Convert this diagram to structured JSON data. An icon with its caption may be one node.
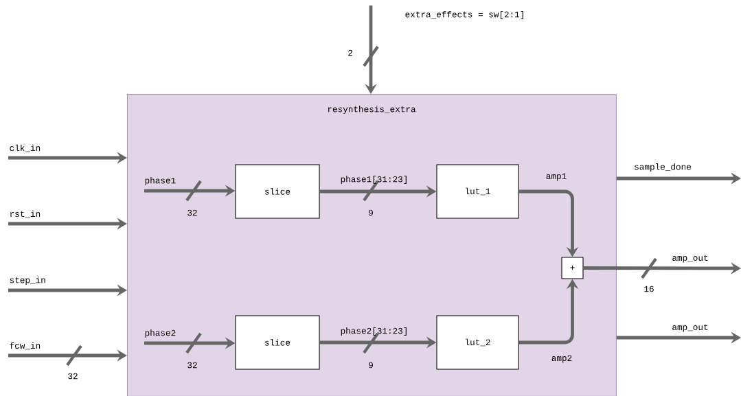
{
  "diagram": {
    "nodes": [
      {
        "text": [
          "resynthesis_extra"
        ]
      },
      {
        "text": [
          "slice"
        ],
        "in": 0
      },
      {
        "text": [
          "lut_1"
        ],
        "in": 0
      },
      {
        "text": [
          "slice"
        ],
        "in": 0
      },
      {
        "text": [
          "lut_2"
        ],
        "in": 0
      },
      {
        "text": [
          "+"
        ],
        "in": 0
      }
    ],
    "edges": [
      {
        "from": null,
        "to": 0,
        "arrow": "to",
        "label": "extra_effects = sw[2:1]"
      },
      {
        "from": null,
        "to": 0,
        "arrow": "to",
        "label": "clk_in"
      },
      {
        "from": null,
        "to": 0,
        "arrow": "to",
        "label": "rst_in"
      },
      {
        "from": null,
        "to": 0,
        "arrow": "to",
        "label": "step_in"
      },
      {
        "from": null,
        "to": 0,
        "arrow": "to",
        "label": "fcw_in"
      },
      {
        "from": null,
        "to": 1,
        "arrow": "to",
        "label": "phase1"
      },
      {
        "from": 1,
        "to": 2,
        "arrow": "to",
        "label": "phase1[31:23]"
      },
      {
        "from": 2,
        "to": 5,
        "arrow": "to",
        "label": "amp1"
      },
      {
        "from": null,
        "to": 3,
        "arrow": "to",
        "label": "phase2"
      },
      {
        "from": 3,
        "to": 4,
        "arrow": "to",
        "label": "phase2[31:23]"
      },
      {
        "from": 4,
        "to": 5,
        "arrow": "to",
        "label": "amp2"
      },
      {
        "from": 0,
        "to": null,
        "arrow": "to",
        "label": "sample_done"
      },
      {
        "from": 5,
        "to": null,
        "arrow": "to",
        "label": "amp_out"
      },
      {
        "from": 0,
        "to": null,
        "arrow": "to",
        "label": "amp_out"
      }
    ],
    "labels": [
      "2",
      "32",
      "9",
      "16",
      "32",
      "9",
      "32"
    ]
  }
}
